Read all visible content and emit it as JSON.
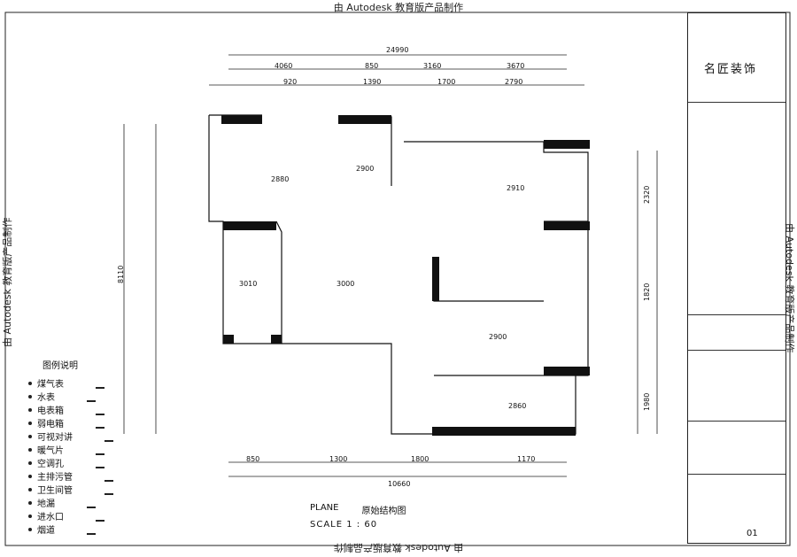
{
  "watermark": {
    "top": "由 Autodesk 教育版产品制作",
    "bottom": "由 Autodesk 教育版产品制作",
    "left": "由 Autodesk 教育版产品制作",
    "right": "由 Autodesk 教育版产品制作"
  },
  "title_block": {
    "company": "名匠装饰",
    "number": "01"
  },
  "plan": {
    "heading_en": "PLANE",
    "heading_cn": "原始结构图",
    "scale_label": "SCALE",
    "scale_value": "1 : 60"
  },
  "dimensions": {
    "top_overall": "24990",
    "top_row": [
      "4060",
      "850",
      "3160",
      "3670"
    ],
    "top_row2": [
      "920",
      "1390",
      "1700",
      "2790"
    ],
    "bottom_row": [
      "850",
      "1300",
      "1800",
      "1170"
    ],
    "bottom_overall": "10660",
    "left_overall": "8110",
    "right_values": [
      "2320",
      "1820",
      "1980"
    ]
  },
  "room_heights": [
    "2880",
    "2900",
    "2910",
    "3010",
    "3000",
    "2900",
    "2860"
  ],
  "legend": {
    "title": "图例说明",
    "items": [
      {
        "label": "煤气表",
        "icon": "meter-icon"
      },
      {
        "label": "水表",
        "icon": "water-meter-icon"
      },
      {
        "label": "电表箱",
        "icon": "electric-box-icon"
      },
      {
        "label": "弱电箱",
        "icon": "weak-current-box-icon"
      },
      {
        "label": "可视对讲",
        "icon": "intercom-icon"
      },
      {
        "label": "暖气片",
        "icon": "radiator-icon"
      },
      {
        "label": "空调孔",
        "icon": "ac-hole-icon"
      },
      {
        "label": "主排污管",
        "icon": "drain-pipe-icon"
      },
      {
        "label": "卫生间管",
        "icon": "bath-pipe-icon"
      },
      {
        "label": "地漏",
        "icon": "floor-drain-icon"
      },
      {
        "label": "进水口",
        "icon": "water-inlet-icon"
      },
      {
        "label": "烟道",
        "icon": "flue-icon"
      }
    ]
  },
  "colors": {
    "wall": "#111111",
    "line": "#222222",
    "background": "#ffffff"
  }
}
